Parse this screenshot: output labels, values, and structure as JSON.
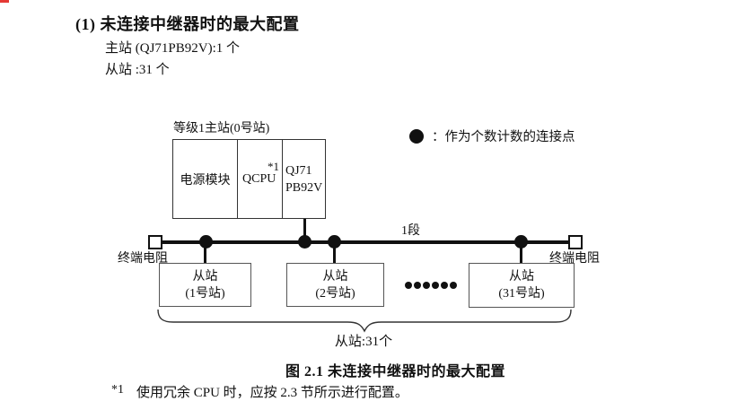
{
  "header": {
    "title": "(1) 未连接中继器时的最大配置",
    "master_line": "主站 (QJ71PB92V):1 个",
    "slave_line": "从站 :31 个"
  },
  "diagram": {
    "master_label": "等级1主站(0号站)",
    "master_modules": {
      "power": "电源模块",
      "cpu": "QCPU",
      "cpu_note": "*1",
      "intf_line1": "QJ71",
      "intf_line2": "PB92V"
    },
    "legend": {
      "text": "：作为个数计数的连接点"
    },
    "segment_label": "1段",
    "terminator_left": "终端电阻",
    "terminator_right": "终端电阻",
    "slaves": [
      {
        "line1": "从站",
        "line2": "(1号站)"
      },
      {
        "line1": "从站",
        "line2": "(2号站)"
      },
      {
        "line1": "从站",
        "line2": "(31号站)"
      }
    ],
    "brace_label": "从站:31个"
  },
  "caption": "图 2.1 未连接中继器时的最大配置",
  "footnote": {
    "marker": "*1",
    "text": "使用冗余 CPU 时，应按 2.3 节所示进行配置。"
  },
  "colors": {
    "background": "#ffffff",
    "ink": "#111111",
    "box_border": "#555555",
    "edge_mark": "#e53935"
  }
}
